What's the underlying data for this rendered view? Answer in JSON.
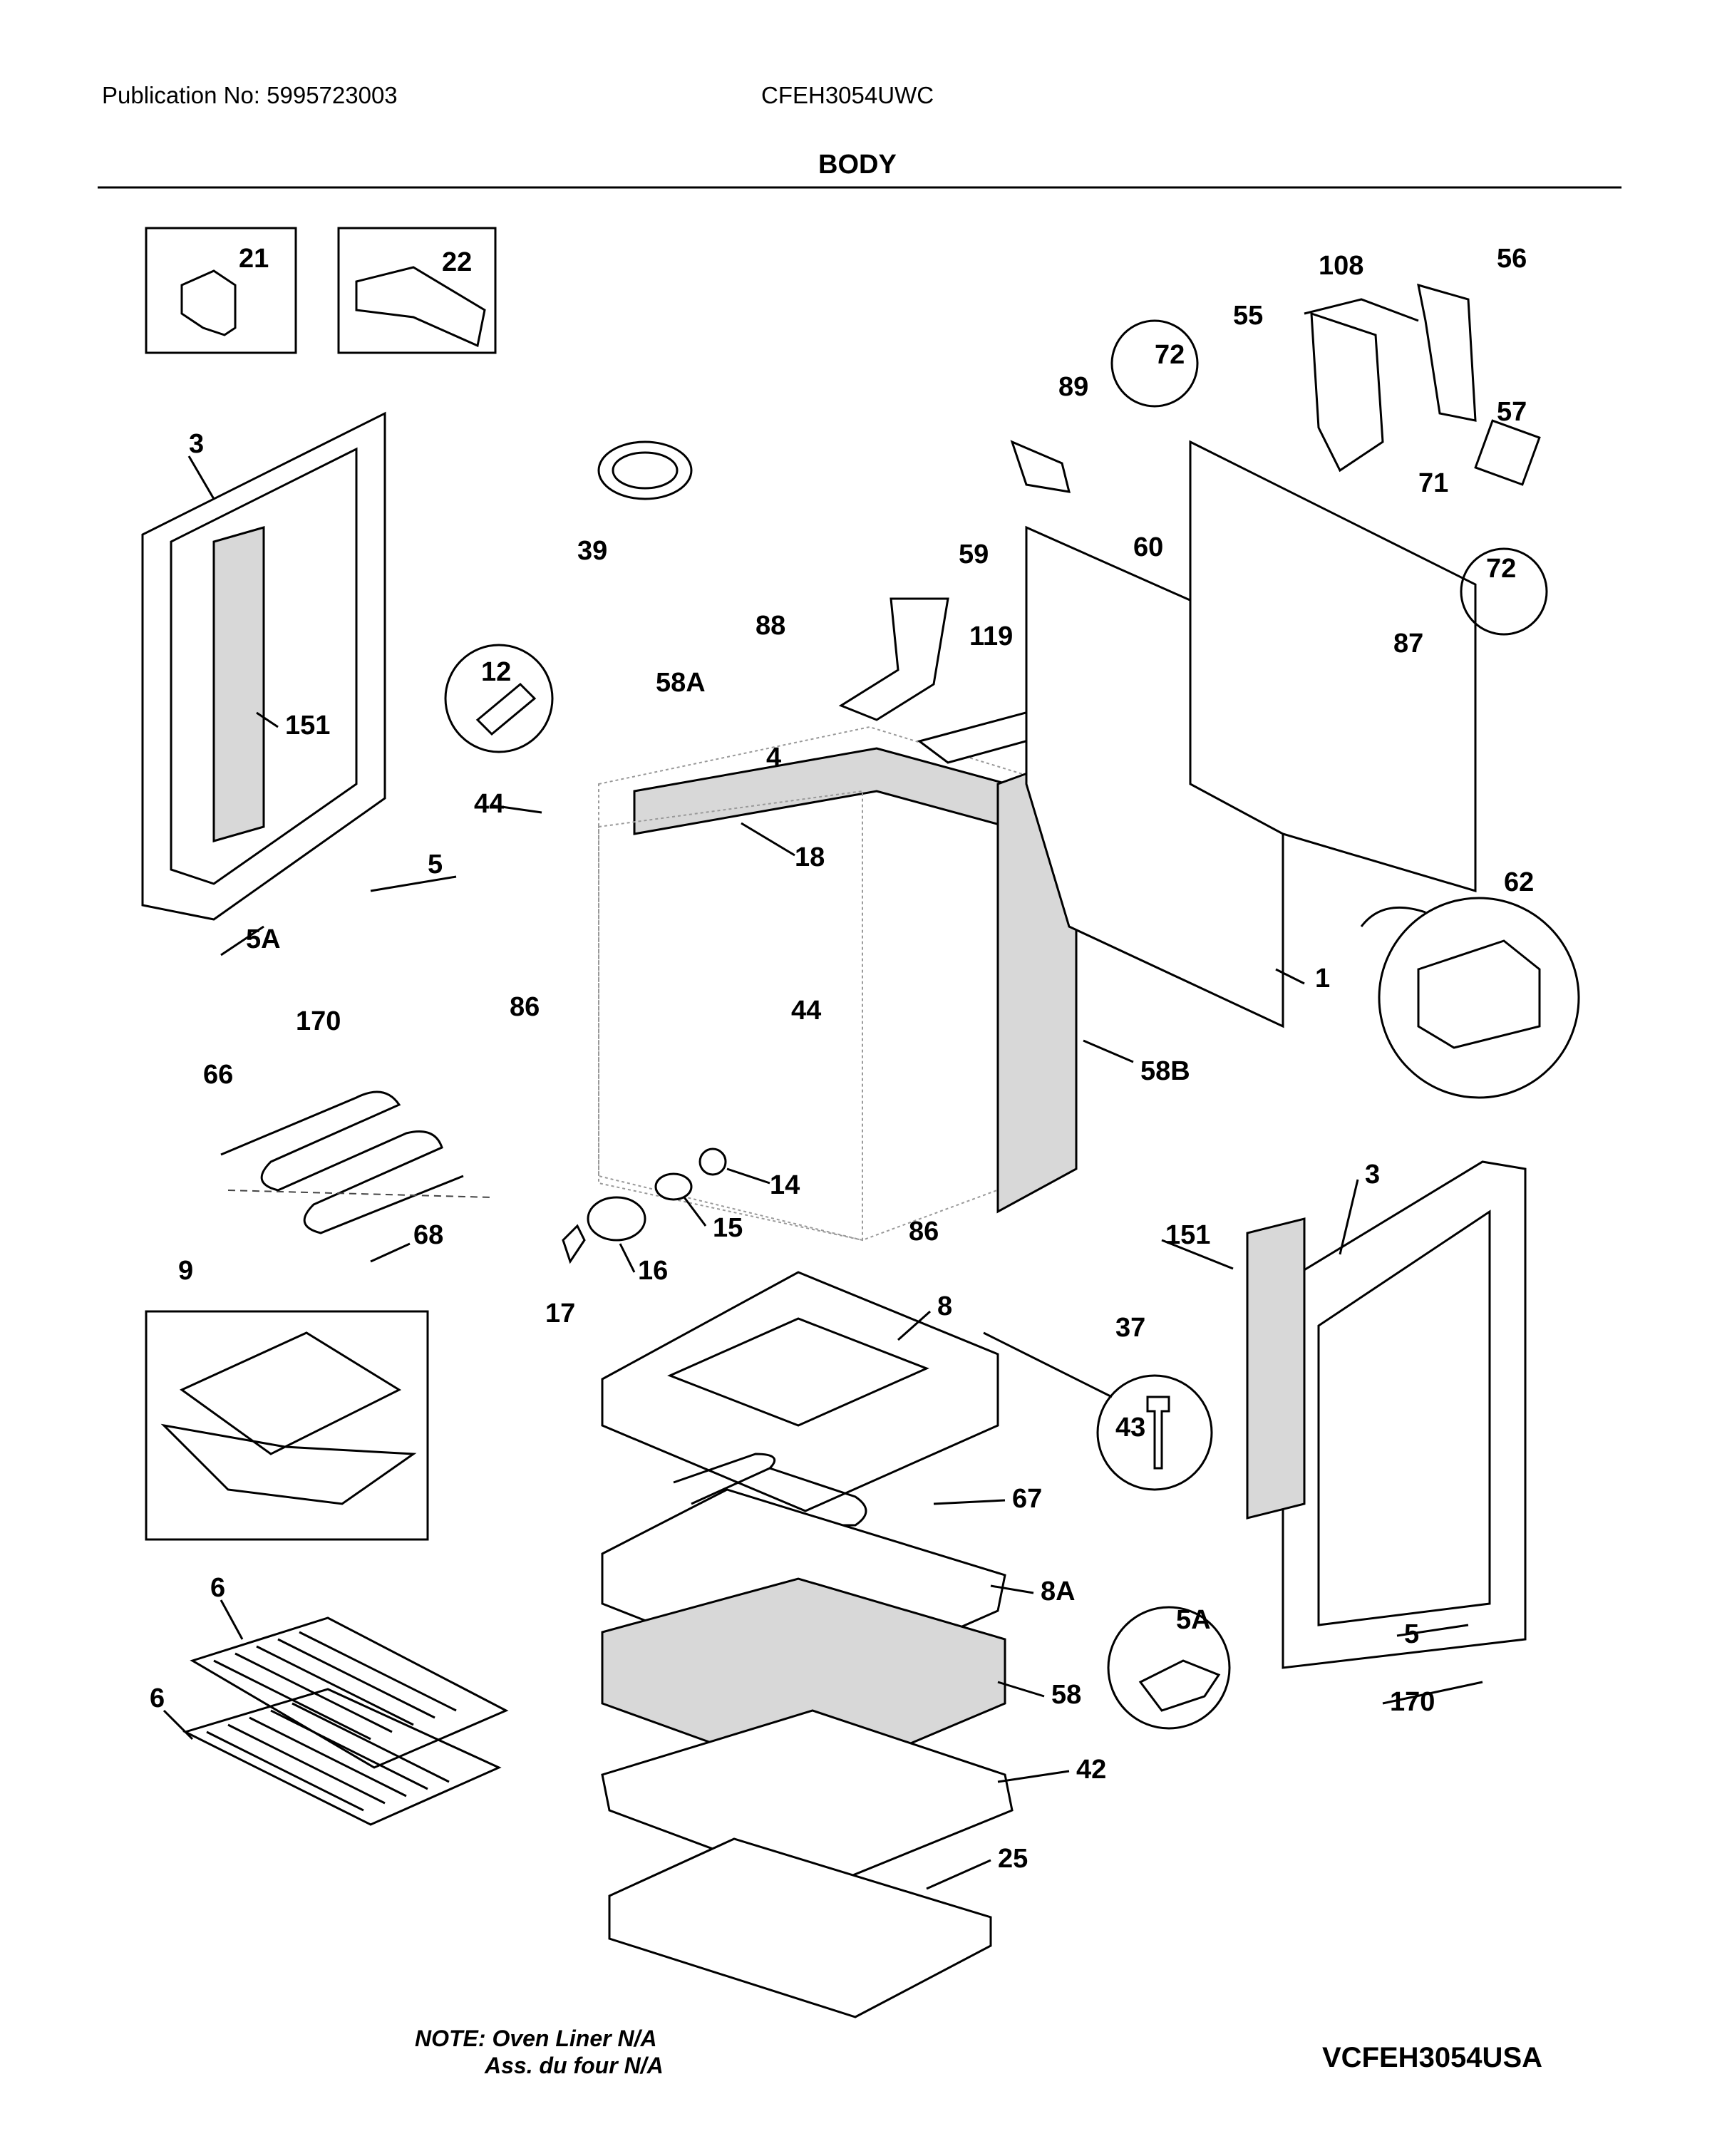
{
  "header": {
    "publication": "Publication No: 5995723003",
    "model": "CFEH3054UWC",
    "section": "BODY"
  },
  "footer": {
    "note_line1": "NOTE: Oven Liner N/A",
    "note_line2": "Ass. du four N/A",
    "diagram_code": "VCFEH3054USA"
  },
  "callouts": [
    "21",
    "22",
    "108",
    "56",
    "72",
    "55",
    "89",
    "57",
    "3",
    "71",
    "72",
    "39",
    "59",
    "60",
    "88",
    "119",
    "87",
    "12",
    "58A",
    "151",
    "4",
    "44",
    "18",
    "62",
    "5",
    "5A",
    "1",
    "86",
    "44",
    "170",
    "58B",
    "66",
    "14",
    "86",
    "15",
    "68",
    "16",
    "3",
    "17",
    "151",
    "8",
    "37",
    "9",
    "43",
    "67",
    "6",
    "8A",
    "5A",
    "5",
    "6",
    "58",
    "170",
    "42",
    "25"
  ]
}
